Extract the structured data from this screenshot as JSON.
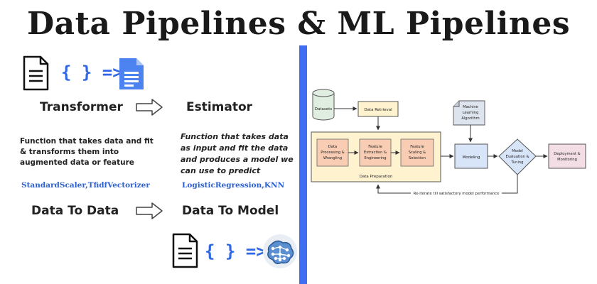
{
  "title": "Data Pipelines & ML Pipelines",
  "left": {
    "transformer_label": "Transformer",
    "estimator_label": "Estimator",
    "transformer_desc": "Function that takes data and fit & transforms them into augmented data or feature",
    "estimator_desc": "Function that takes data as input and fit the data and produces a model we can use to predict",
    "transformer_examples": "StandardScaler,TfidfVectorizer",
    "estimator_examples": "LogisticRegression,KNN",
    "data_to_data": "Data To Data",
    "data_to_model": "Data To Model",
    "braces_symbol": "{ } =>",
    "icons": [
      "document-icon",
      "google-docs-icon",
      "arrow-right-icon",
      "brain-network-icon"
    ]
  },
  "diagram": {
    "datasets": "Datasets",
    "data_retrieval": "Data Retrieval",
    "data_processing": [
      "Data",
      "Processing &",
      "Wrangling"
    ],
    "feature_extraction": [
      "Feature",
      "Extraction &",
      "Engineering"
    ],
    "feature_scaling": [
      "Feature",
      "Scaling &",
      "Selection"
    ],
    "data_preparation": "Data Preparation",
    "ml_algorithm": [
      "Machine",
      "Learning",
      "Algorithm"
    ],
    "modeling": "Modeling",
    "model_evaluation": [
      "Model",
      "Evaluation &",
      "Tuning"
    ],
    "deployment": [
      "Deployment &",
      "Monitoring"
    ],
    "feedback": "Re-iterate till satisfactory model performance"
  },
  "colors": {
    "accent": "#3f6ff0",
    "example_text": "#2b5fd0",
    "datasets_fill": "#dfeee0",
    "retrieval_fill": "#fff3cf",
    "prep_fill": "#fff3cf",
    "step_fill": "#f8cdb3",
    "algo_fill": "#dde4ee",
    "model_fill": "#d8e5f8",
    "deploy_fill": "#f3dee6"
  }
}
